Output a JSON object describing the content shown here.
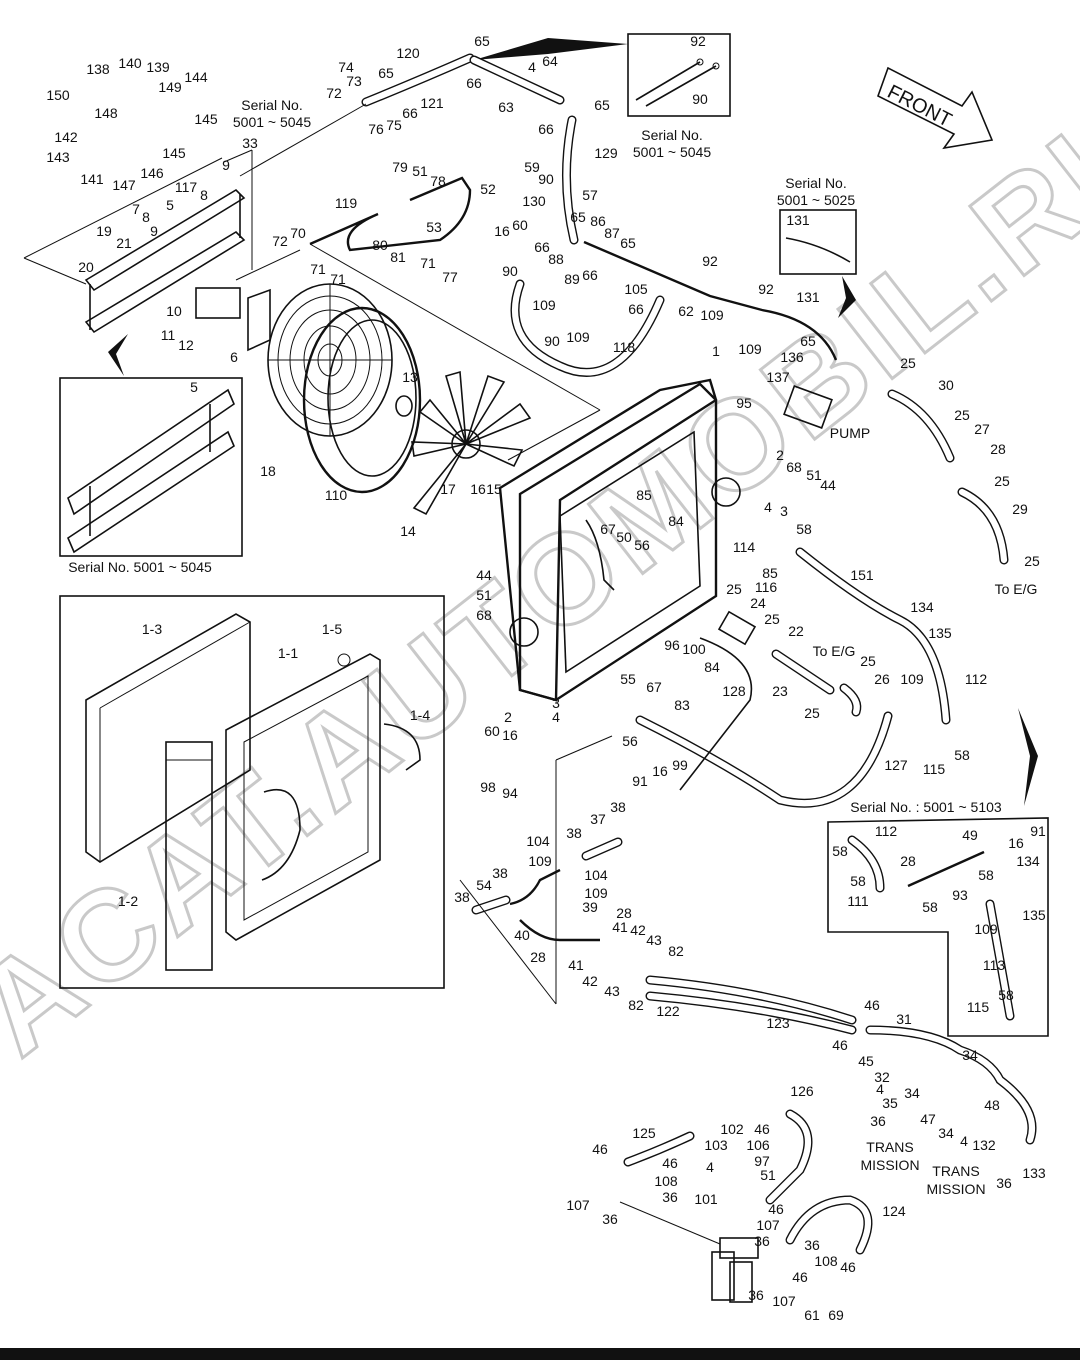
{
  "watermark": "ACAT.AUTOMOBIL.RU",
  "direction_label": "FRONT",
  "pump_label": "PUMP",
  "to_engine_labels": [
    "To E/G",
    "To E/G"
  ],
  "transmission_labels": [
    "TRANS MISSION",
    "TRANS MISSION"
  ],
  "serial_notes": [
    {
      "line1": "Serial No.",
      "line2": "5001 ~ 5045"
    },
    {
      "line1": "Serial No.",
      "line2": "5001 ~ 5045"
    },
    {
      "line1": "Serial No.",
      "line2": "5001 ~ 5025"
    },
    {
      "line1": "Serial No. 5001 ~ 5045",
      "line2": ""
    },
    {
      "line1": "Serial No. : 5001 ~ 5103",
      "line2": ""
    }
  ],
  "callouts": [
    "1",
    "2",
    "3",
    "4",
    "5",
    "6",
    "7",
    "8",
    "9",
    "10",
    "11",
    "12",
    "13",
    "14",
    "15",
    "16",
    "17",
    "18",
    "19",
    "20",
    "21",
    "22",
    "23",
    "24",
    "25",
    "26",
    "27",
    "28",
    "29",
    "30",
    "31",
    "32",
    "33",
    "34",
    "35",
    "36",
    "37",
    "38",
    "39",
    "40",
    "41",
    "42",
    "43",
    "44",
    "45",
    "46",
    "47",
    "48",
    "49",
    "50",
    "51",
    "52",
    "53",
    "54",
    "55",
    "56",
    "57",
    "58",
    "59",
    "60",
    "61",
    "62",
    "63",
    "64",
    "65",
    "66",
    "67",
    "68",
    "69",
    "70",
    "71",
    "72",
    "73",
    "74",
    "75",
    "76",
    "77",
    "78",
    "79",
    "80",
    "81",
    "82",
    "83",
    "84",
    "85",
    "86",
    "87",
    "88",
    "89",
    "90",
    "91",
    "92",
    "93",
    "94",
    "95",
    "96",
    "97",
    "98",
    "99",
    "100",
    "101",
    "102",
    "103",
    "104",
    "105",
    "106",
    "107",
    "108",
    "109",
    "110",
    "111",
    "112",
    "113",
    "114",
    "115",
    "116",
    "117",
    "118",
    "119",
    "120",
    "121",
    "122",
    "123",
    "124",
    "125",
    "126",
    "127",
    "128",
    "129",
    "130",
    "131",
    "132",
    "133",
    "134",
    "135",
    "136",
    "137",
    "138",
    "139",
    "140",
    "141",
    "142",
    "143",
    "144",
    "145",
    "146",
    "147",
    "148",
    "149",
    "150",
    "151",
    "1-1",
    "1-2",
    "1-3",
    "1-4",
    "1-5"
  ]
}
